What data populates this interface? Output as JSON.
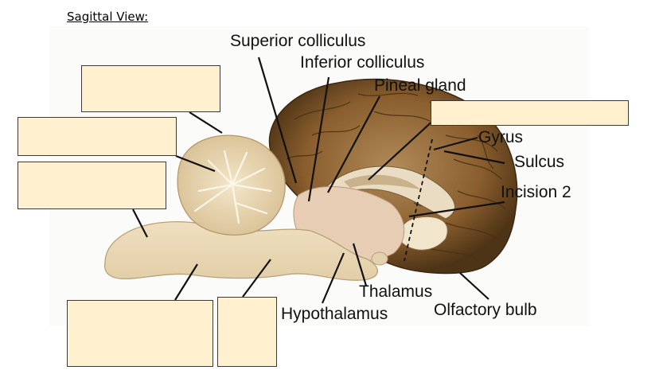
{
  "heading": "Sagittal View:",
  "labels": {
    "superior_colliculus": "Superior colliculus",
    "inferior_colliculus": "Inferior colliculus",
    "pineal_gland": "Pineal gland",
    "gyrus": "Gyrus",
    "sulcus": "Sulcus",
    "incision_2": "Incision 2",
    "thalamus": "Thalamus",
    "hypothalamus": "Hypothalamus",
    "olfactory_bulb": "Olfactory bulb"
  },
  "blank_box_count": 6,
  "colors": {
    "answer_box_fill": "#fff1cf",
    "answer_box_border": "#3a3a3a",
    "tissue_light": "#ead9b7",
    "cerebrum_dark": "#8a5e2e"
  }
}
